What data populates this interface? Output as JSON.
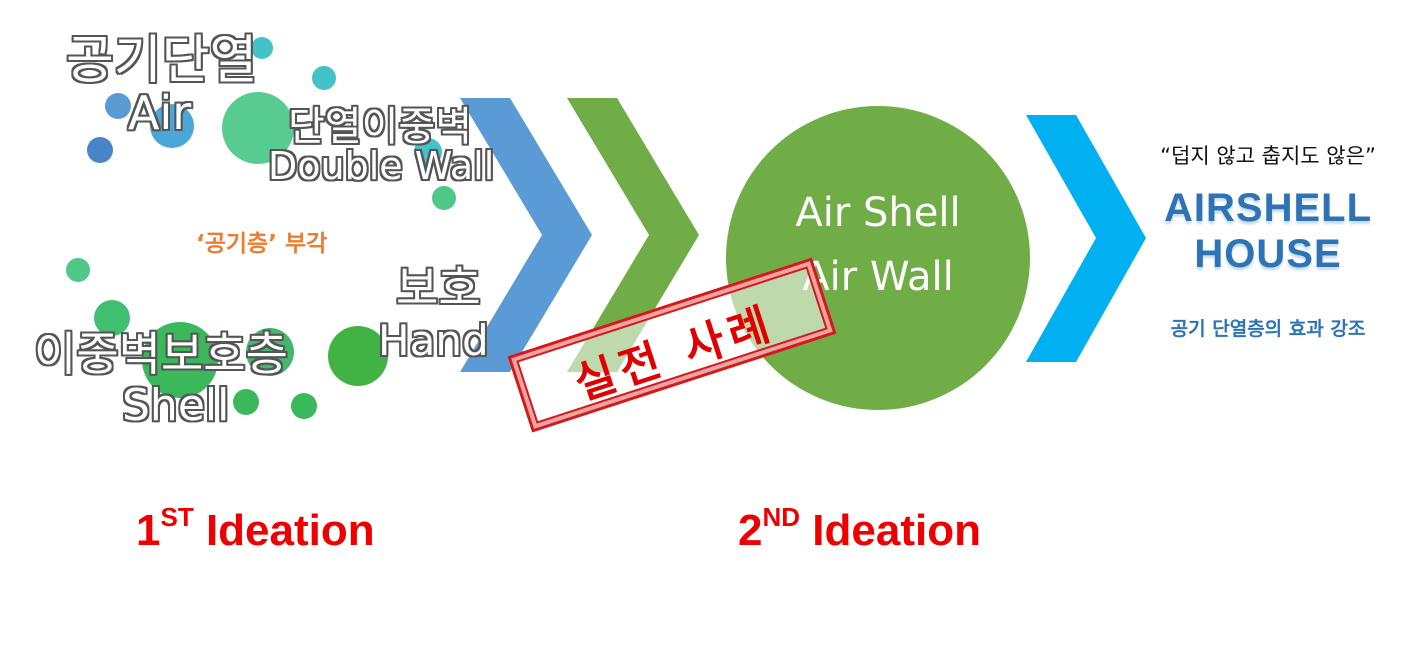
{
  "colors": {
    "chevron_blue": "#5b9bd5",
    "chevron_green": "#70ad47",
    "circle_green": "#70ad47",
    "chevron_cyan": "#00b0f0",
    "ideation_red": "#ee0000",
    "orange_label": "#ed7d31",
    "house_title_blue": "#2e74b5",
    "stamp_red": "#d21a1a"
  },
  "keywords": {
    "air_ko": "공기단열",
    "air_en": "Air",
    "double_wall_ko": "단열이중벽",
    "double_wall_en": "Double Wall",
    "air_layer_note": "‘공기층’ 부각",
    "protect_ko": "보호",
    "protect_en": "Hand",
    "shell_ko": "이중벽보호층",
    "shell_en": "Shell"
  },
  "circle": {
    "line1": "Air Shell",
    "line2": "Air Wall"
  },
  "stamp": {
    "text": "실전 사례"
  },
  "result": {
    "quote": "“덥지 않고 춥지도 않은”",
    "title_line1": "AIRSHELL",
    "title_line2": "HOUSE",
    "subtitle": "공기 단열층의 효과 강조"
  },
  "ideation": {
    "first_num": "1",
    "first_sup": "ST",
    "first_word": "Ideation",
    "second_num": "2",
    "second_sup": "ND",
    "second_word": "Ideation"
  }
}
